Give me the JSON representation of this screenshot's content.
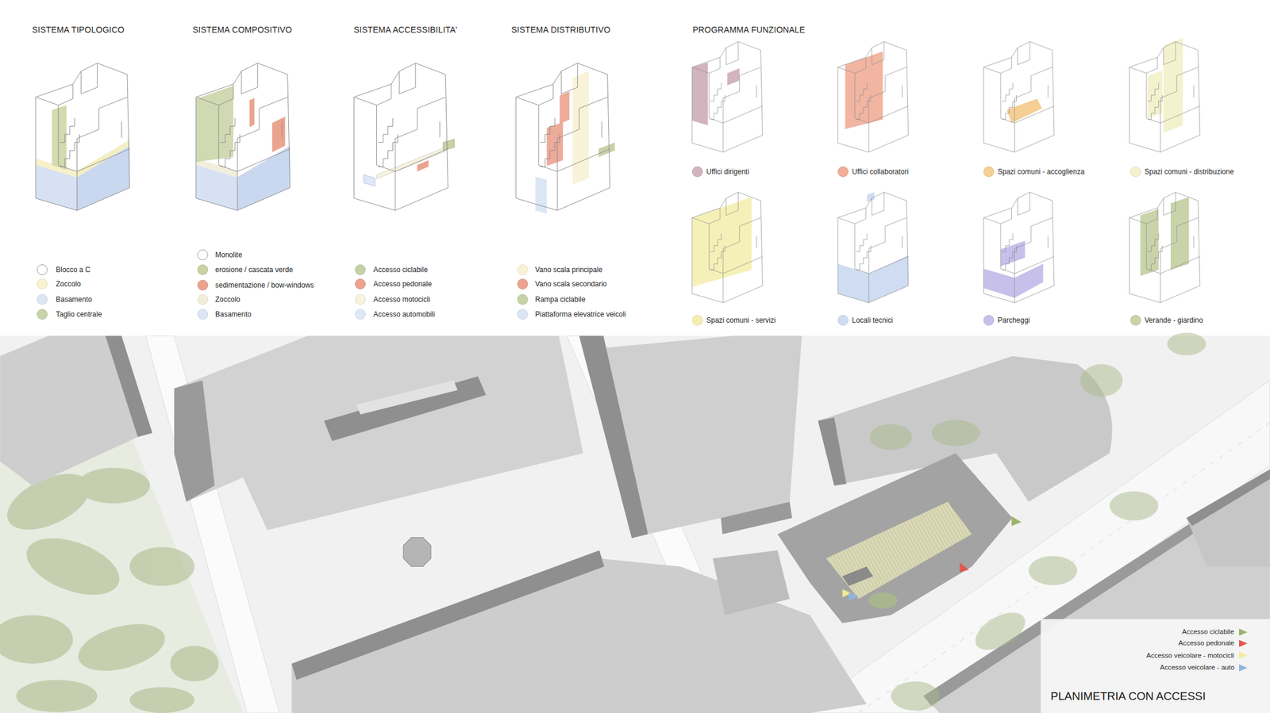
{
  "diagram": {
    "caption": "PLANIMETRIA CON ACCESSI",
    "labels": [
      "SISTEMA TIPOLOGICO",
      "SISTEMA COMPOSITIVO",
      "SISTEMA ACCESSIBILITA'",
      "SISTEMA DISTRIBUTIVO",
      "PROGRAMMA FUNZIONALE"
    ],
    "legend": [
      {
        "text": "Blocco a C",
        "color": "#ffffff"
      },
      {
        "text": "Zoccolo",
        "color": "#f7f3d0"
      },
      {
        "text": "Basamento",
        "color": "#dce6f4"
      },
      {
        "text": "Taglio centrale",
        "color": "#c9d3a8"
      },
      {
        "text": "Monolite",
        "color": "#ffffff"
      },
      {
        "text": "erosione / cascata verde",
        "color": "#c8d2a5"
      },
      {
        "text": "sedimentazione / bow-windows",
        "color": "#eaa48e"
      },
      {
        "text": "Zoccolo",
        "color": "#f1eedc"
      },
      {
        "text": "Basamento",
        "color": "#dce6f4"
      },
      {
        "text": "Accesso ciclabile",
        "color": "#c5d1a6"
      },
      {
        "text": "Accesso pedonale",
        "color": "#eba28f"
      },
      {
        "text": "Accesso motocicli",
        "color": "#f6f2de"
      },
      {
        "text": "Accesso automobili",
        "color": "#dfe8f6"
      },
      {
        "text": "Vano scala principale",
        "color": "#f8f3d8"
      },
      {
        "text": "Vano scala secondario",
        "color": "#eba28f"
      },
      {
        "text": "Rampa ciclabile",
        "color": "#c8d2a8"
      },
      {
        "text": "Piattaforma elevatrice veicoli",
        "color": "#dbe6f5"
      },
      {
        "text": "Uffici dirigenti",
        "color": "#d2b4bc"
      },
      {
        "text": "Uffici collaboratori",
        "color": "#f0ad98"
      },
      {
        "text": "Spazi comuni - accoglienza",
        "color": "#f5cf94"
      },
      {
        "text": "Spazi comuni - distribuzione",
        "color": "#f3f2cf"
      },
      {
        "text": "Spazi comuni - servizi",
        "color": "#f4eeb0"
      },
      {
        "text": "Locali tecnici",
        "color": "#cfdcf1"
      },
      {
        "text": "Parcheggi",
        "color": "#c6c0ea"
      },
      {
        "text": "Verande - giardino",
        "color": "#c9d3a9"
      },
      {
        "text": "Accesso ciclabile",
        "color": "#9bb36a"
      },
      {
        "text": "Accesso pedonale",
        "color": "#e2574c"
      },
      {
        "text": "Accesso veicolare - motocicli",
        "color": "#f1ec9c"
      },
      {
        "text": "Accesso veicolare - auto",
        "color": "#8fb4e0"
      }
    ]
  }
}
